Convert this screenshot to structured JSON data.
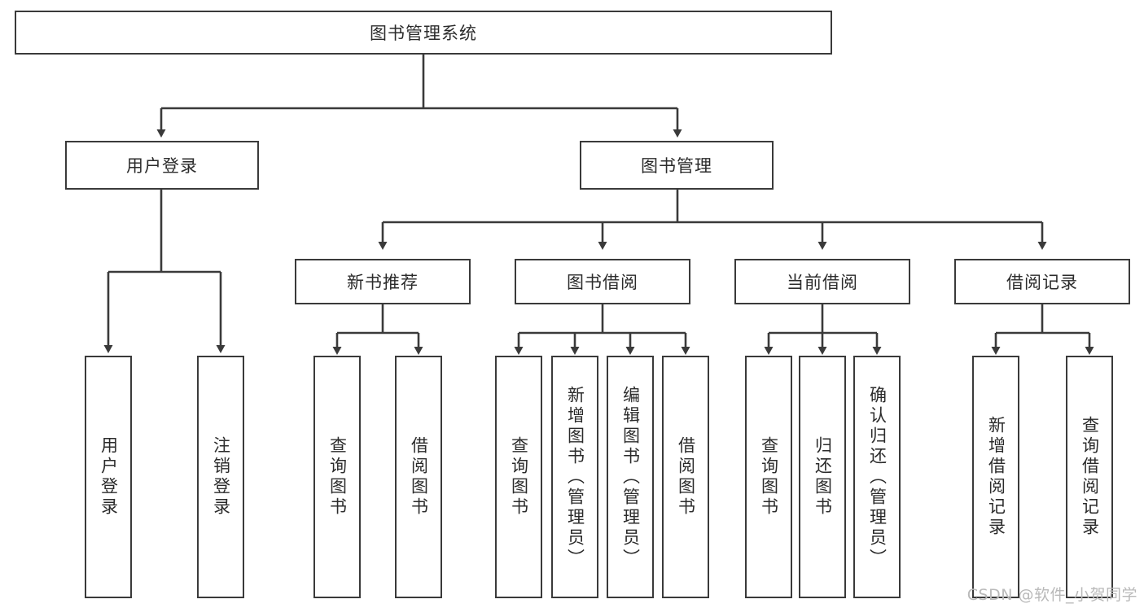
{
  "diagram": {
    "title": "图书管理系统",
    "type": "hierarchy-tree",
    "root": {
      "label": "图书管理系统"
    },
    "level2": [
      {
        "label": "用户登录"
      },
      {
        "label": "图书管理"
      }
    ],
    "level3": [
      {
        "label": "新书推荐"
      },
      {
        "label": "图书借阅"
      },
      {
        "label": "当前借阅"
      },
      {
        "label": "借阅记录"
      }
    ],
    "leaves": {
      "user_login": [
        "用户登录",
        "注销登录"
      ],
      "new_book_recommend": [
        "查询图书",
        "借阅图书"
      ],
      "book_borrow": [
        "查询图书",
        "新增图书（管理员）",
        "编辑图书（管理员）",
        "借阅图书"
      ],
      "current_borrow": [
        "查询图书",
        "归还图书",
        "确认归还（管理员）"
      ],
      "borrow_record": [
        "新增借阅记录",
        "查询借阅记录"
      ]
    }
  },
  "watermark": {
    "text": "CSDN @软件_小贺同学"
  },
  "colors": {
    "stroke": "#3a3a3a",
    "background": "#ffffff",
    "text": "#2b2b2b",
    "watermark": "#b9b9b9"
  }
}
